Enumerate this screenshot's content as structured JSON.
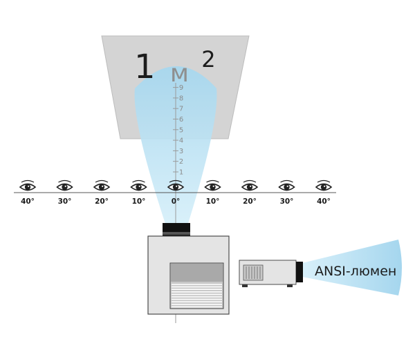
{
  "screen_label": {
    "number": "1",
    "unit": "м",
    "power": "2"
  },
  "scale_ticks": [
    "1",
    "2",
    "3",
    "4",
    "5",
    "6",
    "7",
    "8",
    "9"
  ],
  "viewer_angles": [
    "40°",
    "30°",
    "20°",
    "10°",
    "0°",
    "10°",
    "20°",
    "30°",
    "40°"
  ],
  "brightness_unit": "ANSI-люмен",
  "colors": {
    "screen": "#d4d4d4",
    "beam": "#bfe4f5",
    "projector_body": "#e4e4e4",
    "lens": "#111111",
    "line": "#555555"
  },
  "icons": {
    "viewer": "eye-icon",
    "projector": "projector-icon"
  }
}
